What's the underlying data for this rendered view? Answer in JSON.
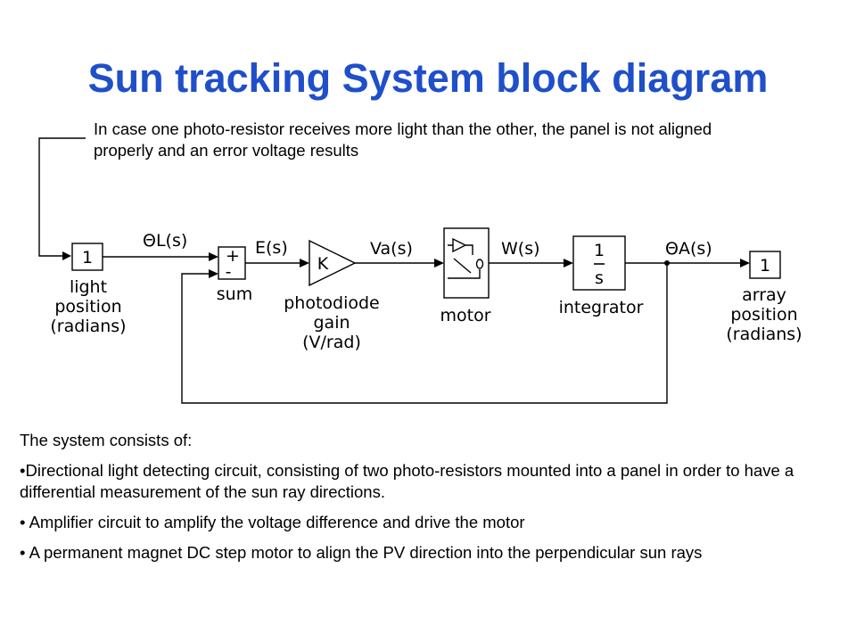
{
  "title": "Sun tracking System block diagram",
  "note": "In case one photo-resistor receives more light than the other, the panel is not aligned properly and an error voltage results",
  "diagram": {
    "input_block": "1",
    "input_label": [
      "light",
      "position",
      "(radians)"
    ],
    "sum_label": "sum",
    "sum_plus": "+",
    "sum_minus": "-",
    "gain_symbol": "K",
    "gain_label": [
      "photodiode",
      "gain",
      "(V/rad)"
    ],
    "motor_label": "motor",
    "integrator_num": "1",
    "integrator_den": "s",
    "integrator_label": "integrator",
    "output_block": "1",
    "output_label": [
      "array",
      "position",
      "(radians)"
    ],
    "signals": {
      "theta_l": "ΘL(s)",
      "e": "E(s)",
      "va": "Va(s)",
      "w": "W(s)",
      "theta_a": "ΘA(s)"
    }
  },
  "description": {
    "intro": "The system consists of:",
    "items": [
      "•Directional light detecting circuit, consisting of two photo-resistors mounted into a panel in order to have a differential measurement of the sun ray directions.",
      "• Amplifier circuit to amplify the voltage difference and drive the motor",
      "• A permanent magnet DC step motor to align the PV direction into the perpendicular  sun rays"
    ]
  }
}
